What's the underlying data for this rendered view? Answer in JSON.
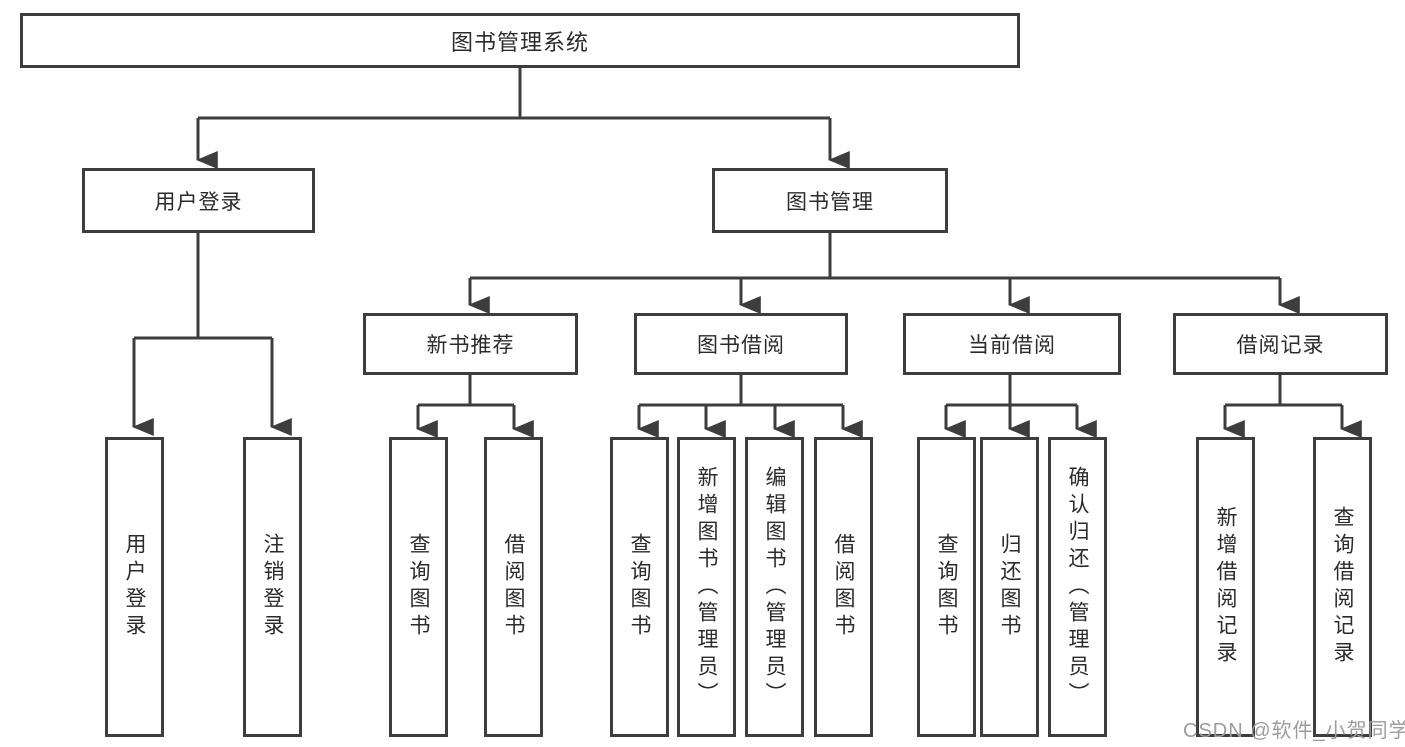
{
  "diagram": {
    "type": "hierarchy",
    "colors": {
      "line": "#3d3d3d",
      "border": "#3d3d3d",
      "text": "#2b2b2b",
      "background": "#ffffff",
      "watermark": "#9c9c9c"
    },
    "watermark": "CSDN @软件_小贺同学",
    "nodes": {
      "root": {
        "label": "图书管理系统"
      },
      "user_login": {
        "label": "用户登录"
      },
      "book_management": {
        "label": "图书管理"
      },
      "new_book_recommend": {
        "label": "新书推荐"
      },
      "book_borrow": {
        "label": "图书借阅"
      },
      "current_borrow": {
        "label": "当前借阅"
      },
      "borrow_records": {
        "label": "借阅记录"
      },
      "leaf_user_login": {
        "label": "用户登录"
      },
      "leaf_logout": {
        "label": "注销登录"
      },
      "leaf_query_books_recommend": {
        "label": "查询图书"
      },
      "leaf_borrow_books_recommend": {
        "label": "借阅图书"
      },
      "leaf_query_books_borrow": {
        "label": "查询图书"
      },
      "leaf_add_book_admin": {
        "label": "新增图书（管理员）"
      },
      "leaf_edit_book_admin": {
        "label": "编辑图书（管理员）"
      },
      "leaf_borrow_books_borrow": {
        "label": "借阅图书"
      },
      "leaf_query_books_current": {
        "label": "查询图书"
      },
      "leaf_return_book": {
        "label": "归还图书"
      },
      "leaf_confirm_return_admin": {
        "label": "确认归还（管理员）"
      },
      "leaf_add_borrow_record": {
        "label": "新增借阅记录"
      },
      "leaf_query_borrow_record": {
        "label": "查询借阅记录"
      }
    },
    "edges": [
      [
        "root",
        "user_login"
      ],
      [
        "root",
        "book_management"
      ],
      [
        "user_login",
        "leaf_user_login"
      ],
      [
        "user_login",
        "leaf_logout"
      ],
      [
        "book_management",
        "new_book_recommend"
      ],
      [
        "book_management",
        "book_borrow"
      ],
      [
        "book_management",
        "current_borrow"
      ],
      [
        "book_management",
        "borrow_records"
      ],
      [
        "new_book_recommend",
        "leaf_query_books_recommend"
      ],
      [
        "new_book_recommend",
        "leaf_borrow_books_recommend"
      ],
      [
        "book_borrow",
        "leaf_query_books_borrow"
      ],
      [
        "book_borrow",
        "leaf_add_book_admin"
      ],
      [
        "book_borrow",
        "leaf_edit_book_admin"
      ],
      [
        "book_borrow",
        "leaf_borrow_books_borrow"
      ],
      [
        "current_borrow",
        "leaf_query_books_current"
      ],
      [
        "current_borrow",
        "leaf_return_book"
      ],
      [
        "current_borrow",
        "leaf_confirm_return_admin"
      ],
      [
        "borrow_records",
        "leaf_add_borrow_record"
      ],
      [
        "borrow_records",
        "leaf_query_borrow_record"
      ]
    ]
  }
}
